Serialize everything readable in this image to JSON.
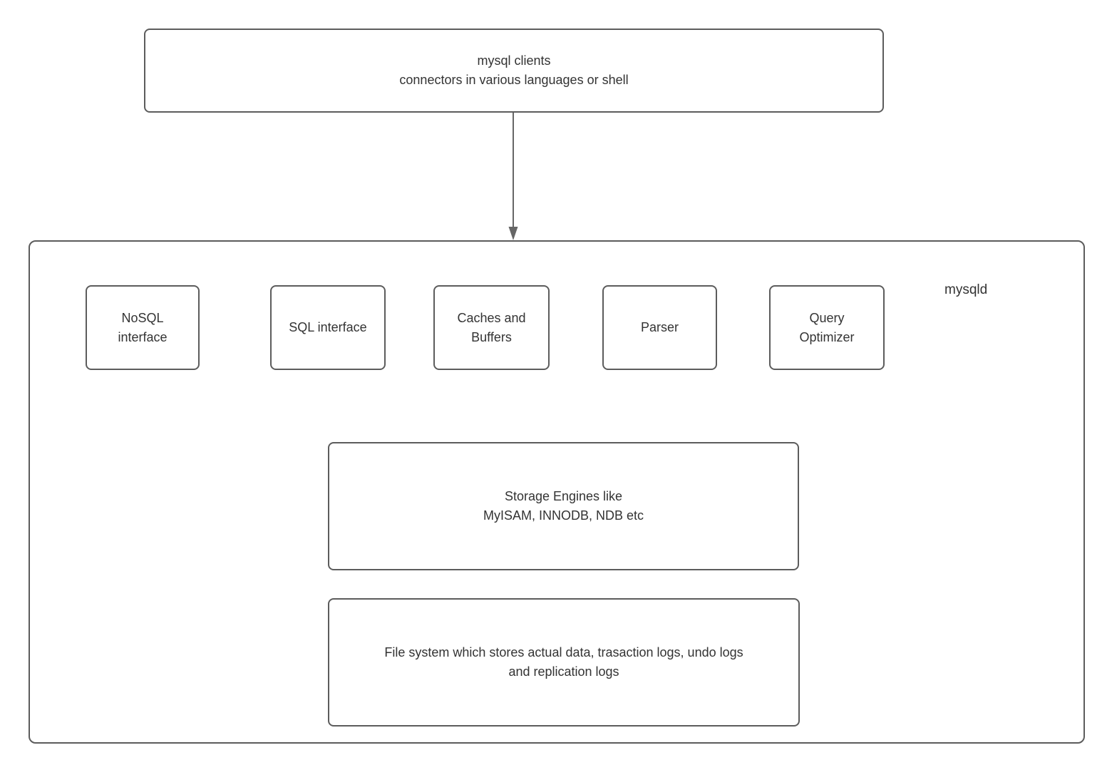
{
  "page": {
    "background": "#ffffff",
    "border_color": "#5c5c5c",
    "text_color": "#333333",
    "arrow_color": "#666666"
  },
  "clients_box": {
    "label": "mysql clients\nconnectors in various languages or shell"
  },
  "mysqld_container": {
    "label": "mysqld",
    "interface_boxes": [
      {
        "label": "NoSQL\ninterface"
      },
      {
        "label": "SQL interface"
      },
      {
        "label": "Caches and\nBuffers"
      },
      {
        "label": "Parser"
      },
      {
        "label": "Query\nOptimizer"
      }
    ],
    "storage_box": {
      "label": "Storage Engines like\nMyISAM, INNODB, NDB etc"
    },
    "filesystem_box": {
      "label": "File system which stores actual data, trasaction logs, undo logs\nand replication logs"
    }
  }
}
